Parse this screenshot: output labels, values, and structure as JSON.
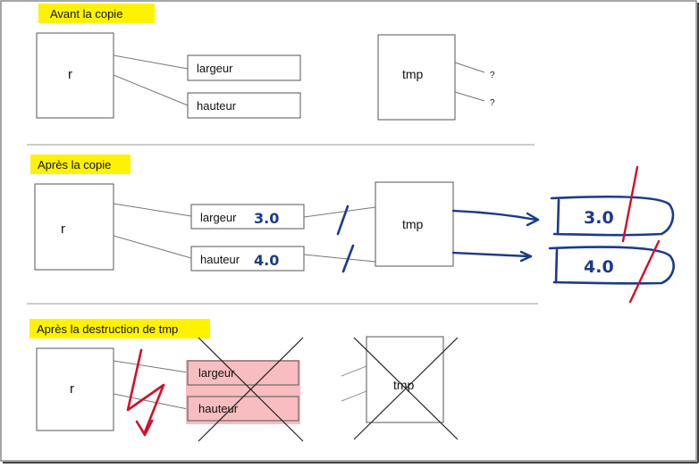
{
  "colors": {
    "highlight": "#fff200",
    "box_stroke": "#555555",
    "connector": "#777777",
    "ink_blue": "#1a3a8c",
    "ink_red": "#d0102a",
    "freed_fill": "#f7b6b9",
    "divider": "#999999"
  },
  "sections": {
    "before": {
      "heading": "Avant la copie"
    },
    "after": {
      "heading": "Après la copie"
    },
    "destroy": {
      "heading": "Après la destruction de tmp"
    }
  },
  "labels": {
    "r": "r",
    "tmp": "tmp",
    "largeur": "largeur",
    "hauteur": "hauteur",
    "unknown": "?"
  },
  "values": {
    "largeur": "3.0",
    "hauteur": "4.0"
  }
}
